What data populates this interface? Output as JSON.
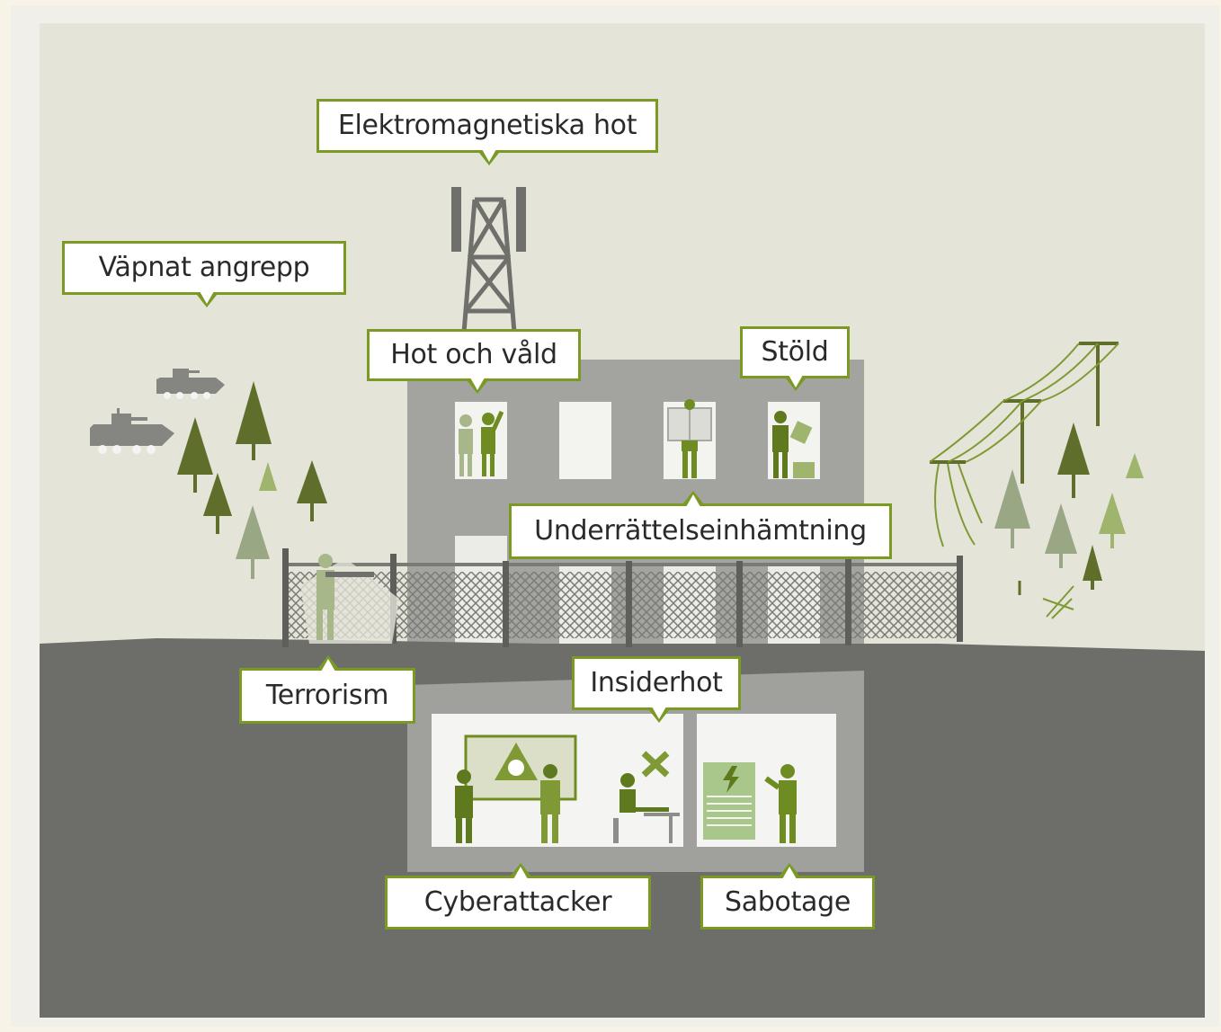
{
  "labels": {
    "electromagnetic": "Elektromagnetiska hot",
    "armed_attack": "Väpnat angrepp",
    "threats_violence": "Hot och våld",
    "theft": "Stöld",
    "intelligence": "Underrättelseinhämtning",
    "terrorism": "Terrorism",
    "insider": "Insiderhot",
    "cyber": "Cyberattacker",
    "sabotage": "Sabotage"
  },
  "colors": {
    "sky": "#e4e4d8",
    "ground": "#6d6d69",
    "building": "#a3a3a0",
    "bunker": "#a0a09c",
    "room": "#f4f4f2",
    "callout_border": "#7a9a24",
    "figure_dark": "#5f7a1e",
    "figure_mid": "#7f9a34",
    "tree_dark": "#5f6e2a",
    "tree_light": "#9aa784",
    "vehicle": "#858582"
  }
}
